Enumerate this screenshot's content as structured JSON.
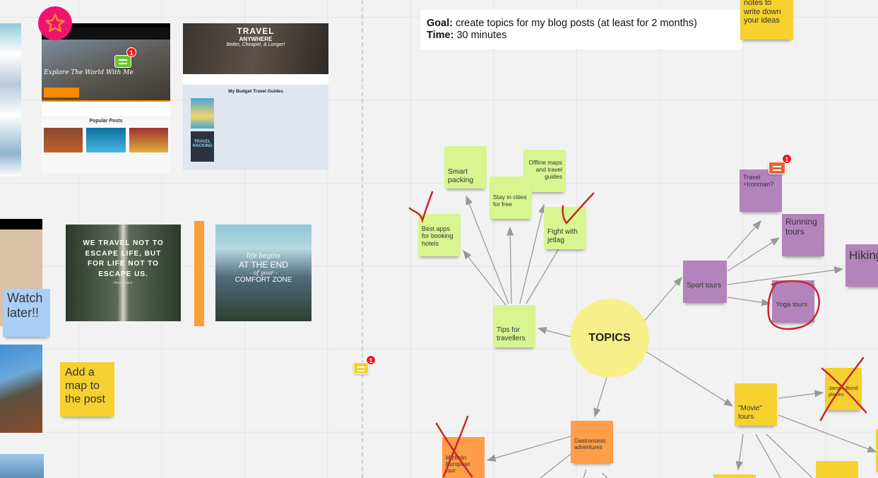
{
  "goal_box": {
    "goal_label": "Goal:",
    "goal_text": " create topics for my blog posts (at least for 2 months)",
    "time_label": "Time:",
    "time_text": " 30 minutes"
  },
  "center_topic": "TOPICS",
  "notes": {
    "top_yellow": "notes to write down your ideas",
    "smart_packing": "Smart packing",
    "offline_maps": "Offline maps and travel guides",
    "stay_in_cities": "Stay in cities for free",
    "best_apps": "Best apps for booking hotels",
    "fight_jetlag": "Fight with jetlag",
    "tips_travellers": "Tips for travellers",
    "travel_ironman": "Travel +Ironman?",
    "running_tours": "Running tours",
    "hiking": "Hiking",
    "sport_tours": "Sport tours",
    "yoga_tours": "Yoga tours",
    "movie_tours": "\"Movie\" tours",
    "james_bond": "James Bond places",
    "gastronomic": "Gastronomic adventures",
    "michelin": "Michelin European tour",
    "watch_later": "Watch later!!",
    "add_map": "Add a map to the post"
  },
  "website1": {
    "hero_title": "Explore The World With Me",
    "section_title": "Popular Posts"
  },
  "website2": {
    "hero_line1": "TRAVEL",
    "hero_line2": "ANYWHERE",
    "hero_line3": "Better, Cheaper, & Longer!",
    "section_title": "My Budget Travel Guides",
    "book2": "TRAVEL HACKING"
  },
  "quote_image": {
    "text": "WE TRAVEL NOT TO ESCAPE LIFE, BUT FOR LIFE NOT TO ESCAPE US.",
    "author": "- Anonymous -"
  },
  "comfort_image": {
    "line1": "life begins",
    "line2": "AT THE END",
    "line3": "- of your -",
    "line4": "COMFORT ZONE"
  },
  "comments": [
    {
      "count": "1",
      "color": "#6cc332"
    },
    {
      "count": "1",
      "color": "#f5d12f"
    },
    {
      "count": "1",
      "color": "#e8633a"
    }
  ],
  "colors": {
    "star_badge": "#f0136e",
    "red_marker": "#c8262a",
    "topic_circle": "#f7f08a"
  },
  "icons": [
    "star-icon",
    "comment-icon"
  ]
}
